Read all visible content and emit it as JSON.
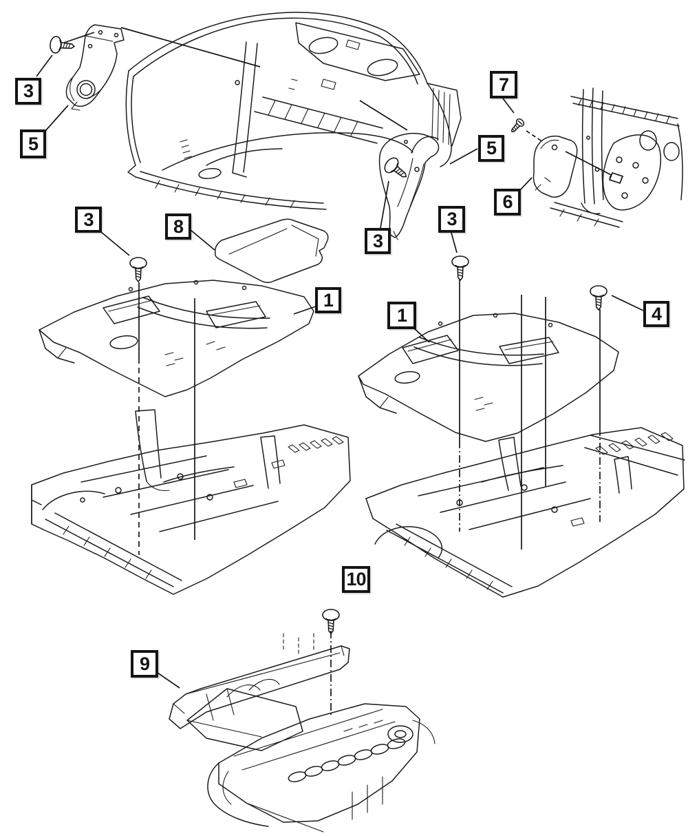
{
  "diagram": {
    "background_color": "#ffffff",
    "line_color": "#141414",
    "description_labels_visible": [
      "1",
      "3",
      "4",
      "5",
      "6",
      "7",
      "8",
      "9",
      "10"
    ],
    "callouts": [
      {
        "id": "callout-3-cowl-pin",
        "label": "3"
      },
      {
        "id": "callout-5-cowl-trim",
        "label": "5"
      },
      {
        "id": "callout-7-screw",
        "label": "7"
      },
      {
        "id": "callout-5-quarter-trim",
        "label": "5"
      },
      {
        "id": "callout-6-kick-panel",
        "label": "6"
      },
      {
        "id": "callout-3-quarter-pin",
        "label": "3"
      },
      {
        "id": "callout-3-left-carpet-pin",
        "label": "3"
      },
      {
        "id": "callout-8-floor-mat",
        "label": "8"
      },
      {
        "id": "callout-1-left-carpet",
        "label": "1"
      },
      {
        "id": "callout-3-right-carpet-pin",
        "label": "3"
      },
      {
        "id": "callout-1-right-carpet",
        "label": "1"
      },
      {
        "id": "callout-4-rear-pin",
        "label": "4"
      },
      {
        "id": "callout-10-floor-pan",
        "label": "10"
      },
      {
        "id": "callout-9-silencer",
        "label": "9"
      }
    ]
  }
}
